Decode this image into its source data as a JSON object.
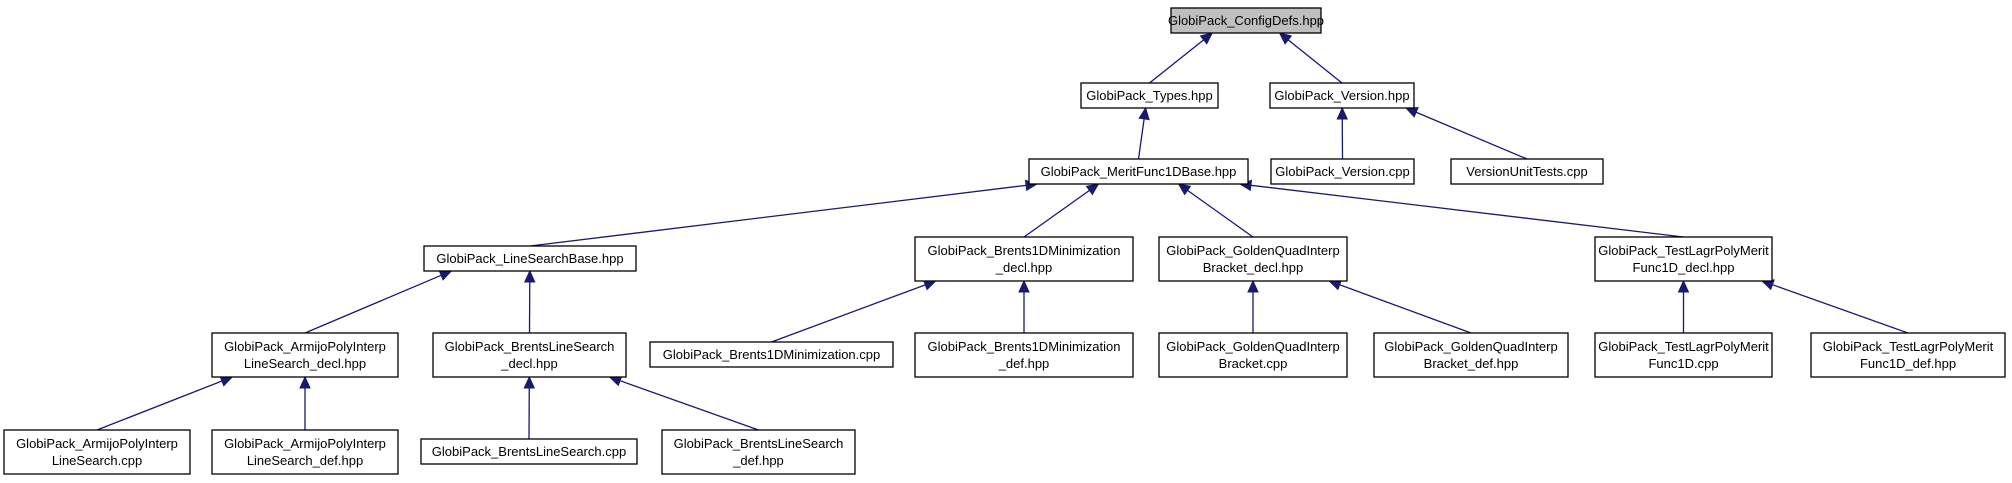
{
  "nodes": {
    "configdefs": {
      "lines": [
        "GlobiPack_ConfigDefs.hpp"
      ],
      "highlight": true
    },
    "types": {
      "lines": [
        "GlobiPack_Types.hpp"
      ]
    },
    "version": {
      "lines": [
        "GlobiPack_Version.hpp"
      ]
    },
    "version_cpp": {
      "lines": [
        "GlobiPack_Version.cpp"
      ]
    },
    "versionunittests": {
      "lines": [
        "VersionUnitTests.cpp"
      ]
    },
    "meritfunc": {
      "lines": [
        "GlobiPack_MeritFunc1DBase.hpp"
      ]
    },
    "linesearchbase": {
      "lines": [
        "GlobiPack_LineSearchBase.hpp"
      ]
    },
    "brents1d_decl": {
      "lines": [
        "GlobiPack_Brents1DMinimization",
        "_decl.hpp"
      ]
    },
    "goldenquad_decl": {
      "lines": [
        "GlobiPack_GoldenQuadInterp",
        "Bracket_decl.hpp"
      ]
    },
    "testlagr_decl": {
      "lines": [
        "GlobiPack_TestLagrPolyMerit",
        "Func1D_decl.hpp"
      ]
    },
    "armijo_decl": {
      "lines": [
        "GlobiPack_ArmijoPolyInterp",
        "LineSearch_decl.hpp"
      ]
    },
    "brentsls_decl": {
      "lines": [
        "GlobiPack_BrentsLineSearch",
        "_decl.hpp"
      ]
    },
    "brents1d_cpp": {
      "lines": [
        "GlobiPack_Brents1DMinimization.cpp"
      ]
    },
    "brents1d_def": {
      "lines": [
        "GlobiPack_Brents1DMinimization",
        "_def.hpp"
      ]
    },
    "goldenquad_cpp": {
      "lines": [
        "GlobiPack_GoldenQuadInterp",
        "Bracket.cpp"
      ]
    },
    "goldenquad_def": {
      "lines": [
        "GlobiPack_GoldenQuadInterp",
        "Bracket_def.hpp"
      ]
    },
    "testlagr_cpp": {
      "lines": [
        "GlobiPack_TestLagrPolyMerit",
        "Func1D.cpp"
      ]
    },
    "testlagr_def": {
      "lines": [
        "GlobiPack_TestLagrPolyMerit",
        "Func1D_def.hpp"
      ]
    },
    "armijo_cpp": {
      "lines": [
        "GlobiPack_ArmijoPolyInterp",
        "LineSearch.cpp"
      ]
    },
    "armijo_def": {
      "lines": [
        "GlobiPack_ArmijoPolyInterp",
        "LineSearch_def.hpp"
      ]
    },
    "brentsls_cpp": {
      "lines": [
        "GlobiPack_BrentsLineSearch.cpp"
      ]
    },
    "brentsls_def": {
      "lines": [
        "GlobiPack_BrentsLineSearch",
        "_def.hpp"
      ]
    }
  },
  "edges": [
    {
      "from": "types",
      "to": "configdefs"
    },
    {
      "from": "version",
      "to": "configdefs"
    },
    {
      "from": "meritfunc",
      "to": "types"
    },
    {
      "from": "version_cpp",
      "to": "version"
    },
    {
      "from": "versionunittests",
      "to": "version"
    },
    {
      "from": "linesearchbase",
      "to": "meritfunc"
    },
    {
      "from": "brents1d_decl",
      "to": "meritfunc"
    },
    {
      "from": "goldenquad_decl",
      "to": "meritfunc"
    },
    {
      "from": "testlagr_decl",
      "to": "meritfunc"
    },
    {
      "from": "armijo_decl",
      "to": "linesearchbase"
    },
    {
      "from": "brentsls_decl",
      "to": "linesearchbase"
    },
    {
      "from": "brents1d_cpp",
      "to": "brents1d_decl"
    },
    {
      "from": "brents1d_def",
      "to": "brents1d_decl"
    },
    {
      "from": "goldenquad_cpp",
      "to": "goldenquad_decl"
    },
    {
      "from": "goldenquad_def",
      "to": "goldenquad_decl"
    },
    {
      "from": "testlagr_cpp",
      "to": "testlagr_decl"
    },
    {
      "from": "testlagr_def",
      "to": "testlagr_decl"
    },
    {
      "from": "armijo_cpp",
      "to": "armijo_decl"
    },
    {
      "from": "armijo_def",
      "to": "armijo_decl"
    },
    {
      "from": "brentsls_cpp",
      "to": "brentsls_decl"
    },
    {
      "from": "brentsls_def",
      "to": "brentsls_decl"
    }
  ]
}
